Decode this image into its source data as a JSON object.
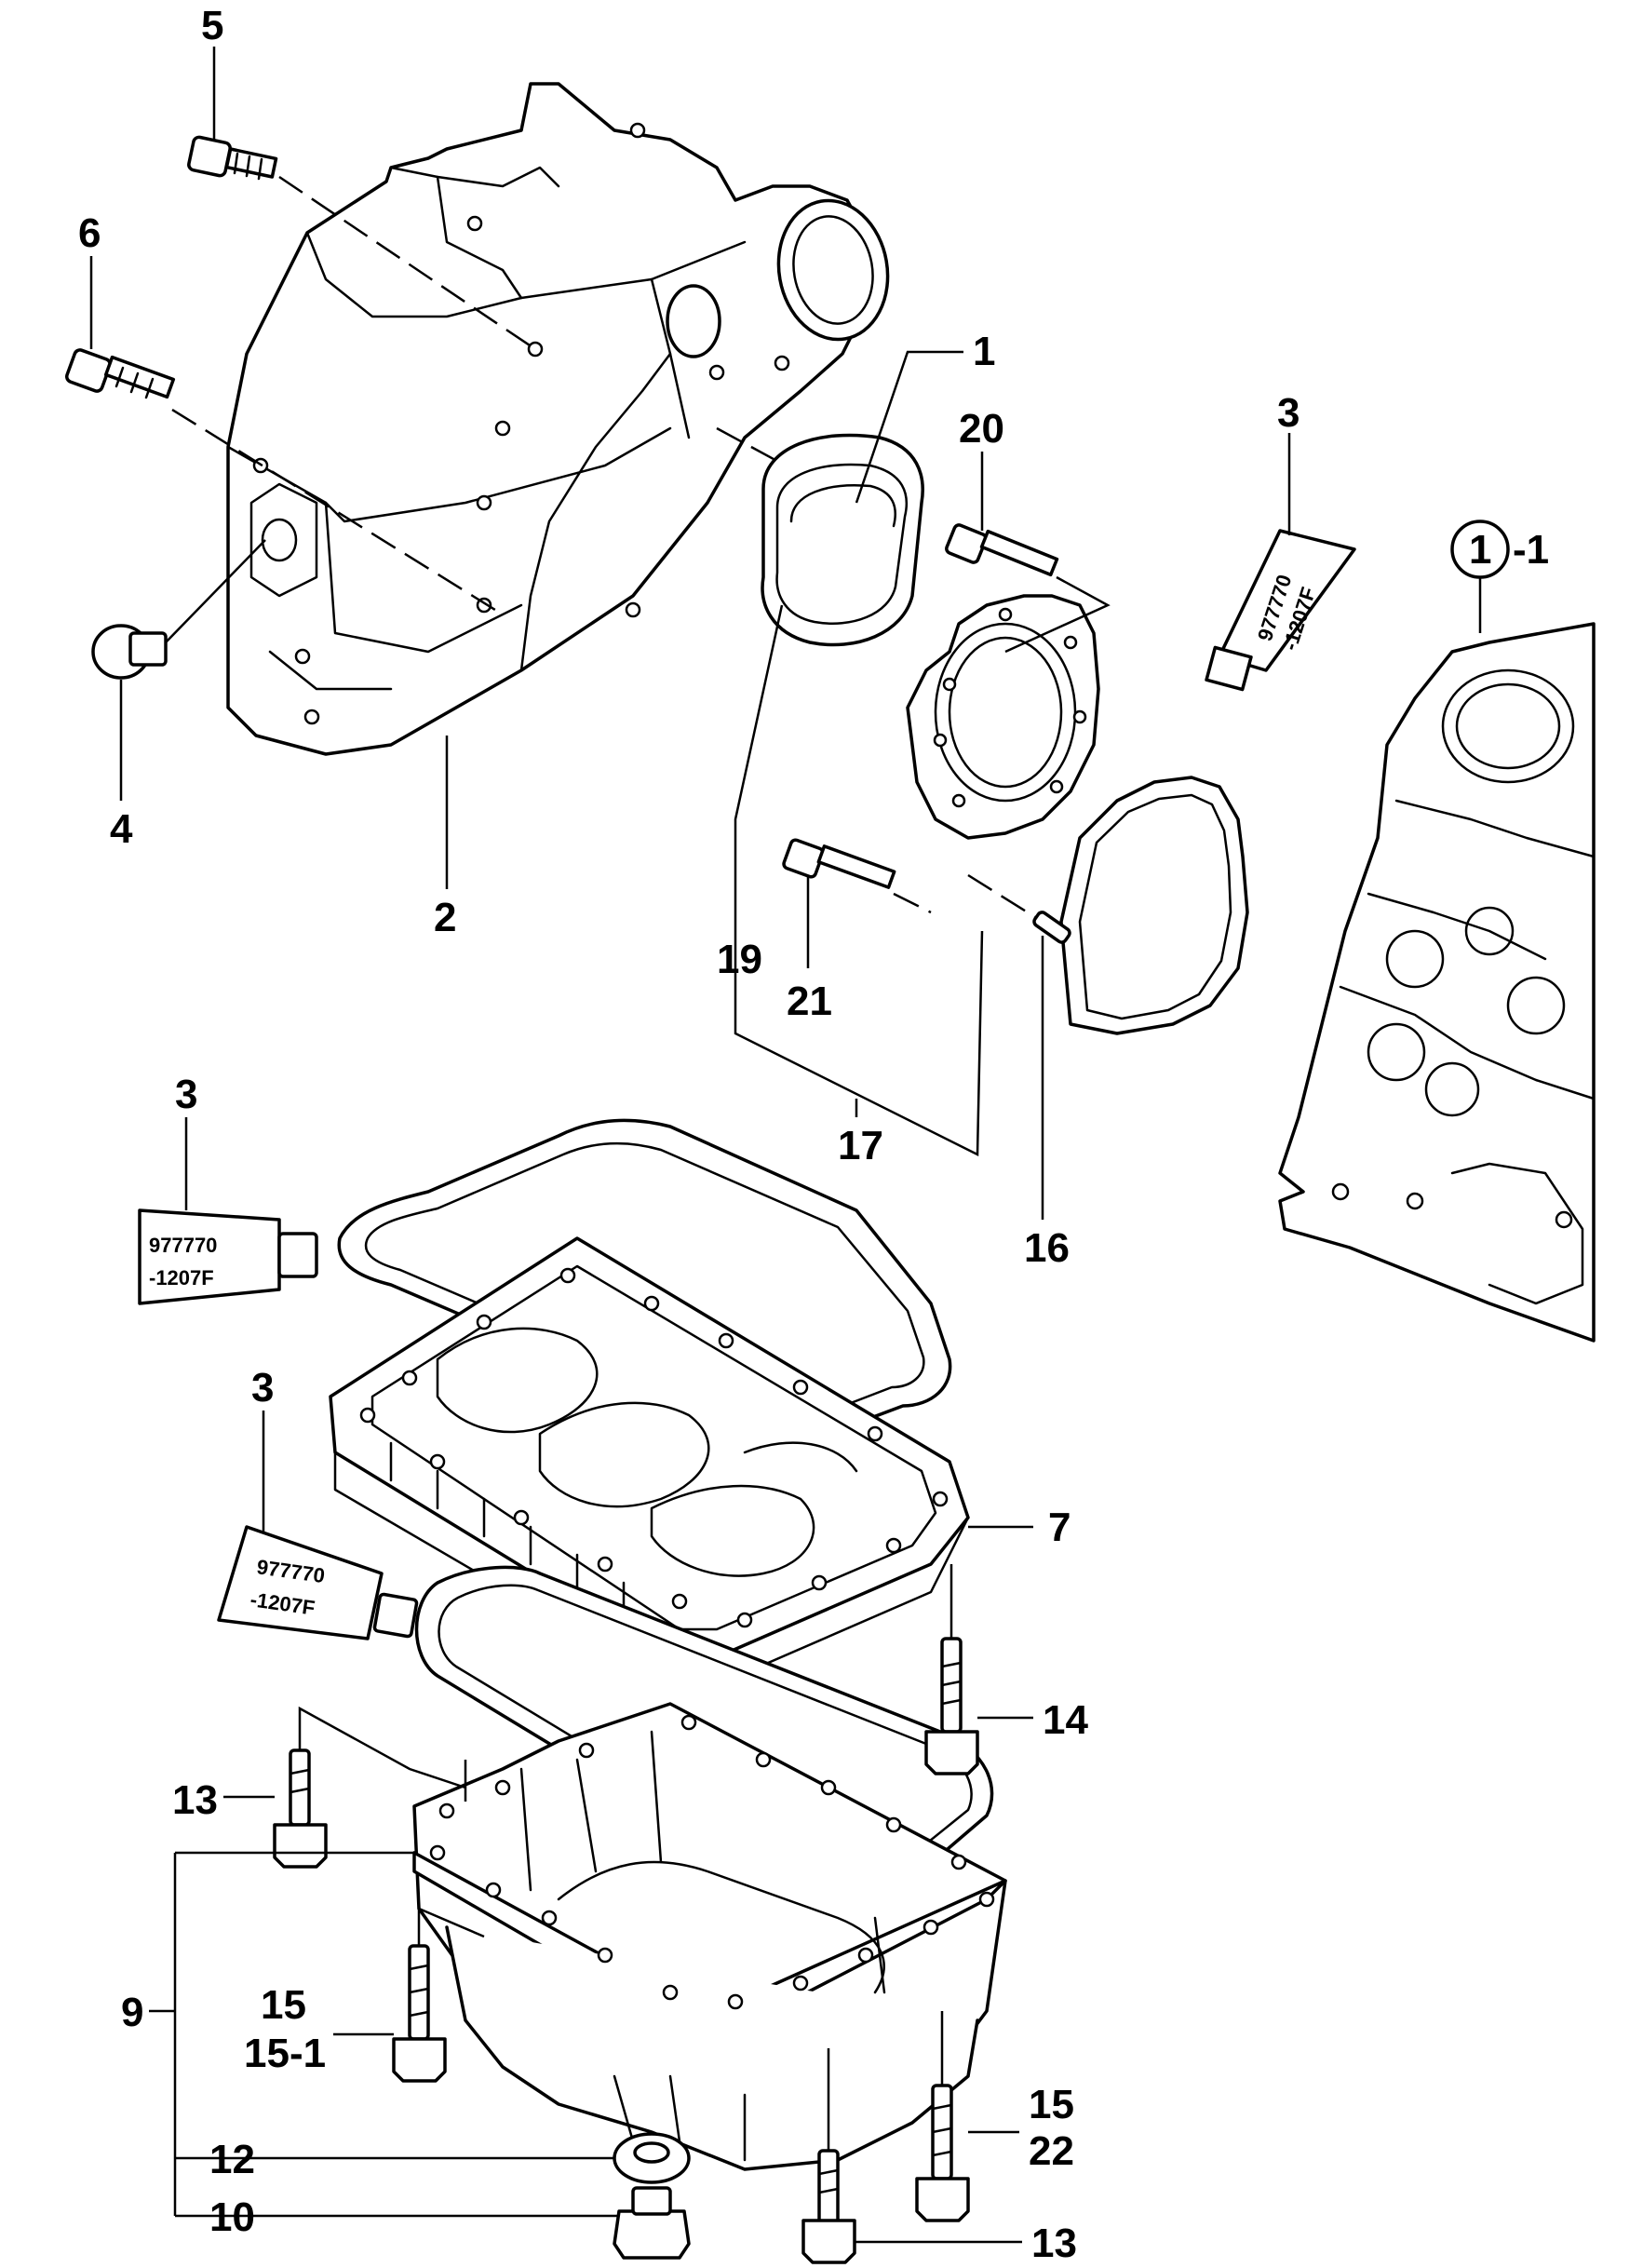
{
  "callouts": {
    "c1": "1",
    "c2": "2",
    "c3a": "3",
    "c3b": "3",
    "c3c": "3",
    "c4": "4",
    "c5": "5",
    "c6": "6",
    "c7": "7",
    "c9": "9",
    "c10": "10",
    "c12": "12",
    "c13a": "13",
    "c13b": "13",
    "c14": "14",
    "c15a": "15",
    "c15_1": "15-1",
    "c15b": "15",
    "c22": "22",
    "c16": "16",
    "c17": "17",
    "c19": "19",
    "c20": "20",
    "c21": "21",
    "ref_circle": "1",
    "ref_suffix": "-1"
  },
  "sealant_tube": {
    "code": "977770",
    "suffix": "-1207F"
  }
}
